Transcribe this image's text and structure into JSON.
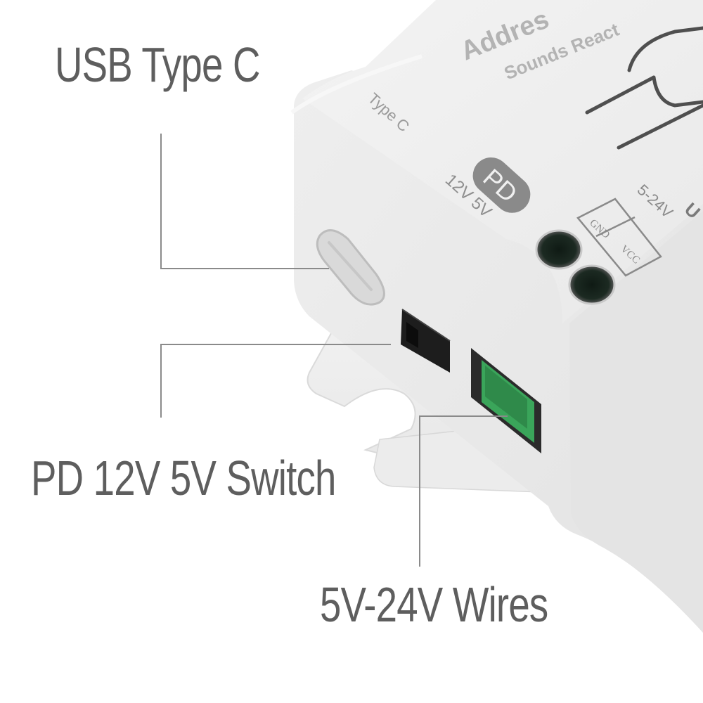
{
  "device": {
    "top_text_1": "Addres",
    "top_text_2": "Sounds React",
    "port_label": "Type C",
    "pd_badge": "PD",
    "pd_voltages": "12V 5V",
    "terminal_range": "5-24V",
    "terminal_gnd": "GND",
    "terminal_vcc": "VCC",
    "edge_char": "U"
  },
  "callouts": {
    "usb": "USB Type C",
    "pd_switch": "PD 12V 5V Switch",
    "wires": "5V-24V Wires"
  },
  "colors": {
    "body": "#ededed",
    "body_shade": "#e1e1e1",
    "label_text": "#9a9a9a",
    "callout_text": "#5e5e5e",
    "leader_line": "#8a8a8a",
    "hole": "#1c2a22",
    "connector": "#3aa55a"
  }
}
